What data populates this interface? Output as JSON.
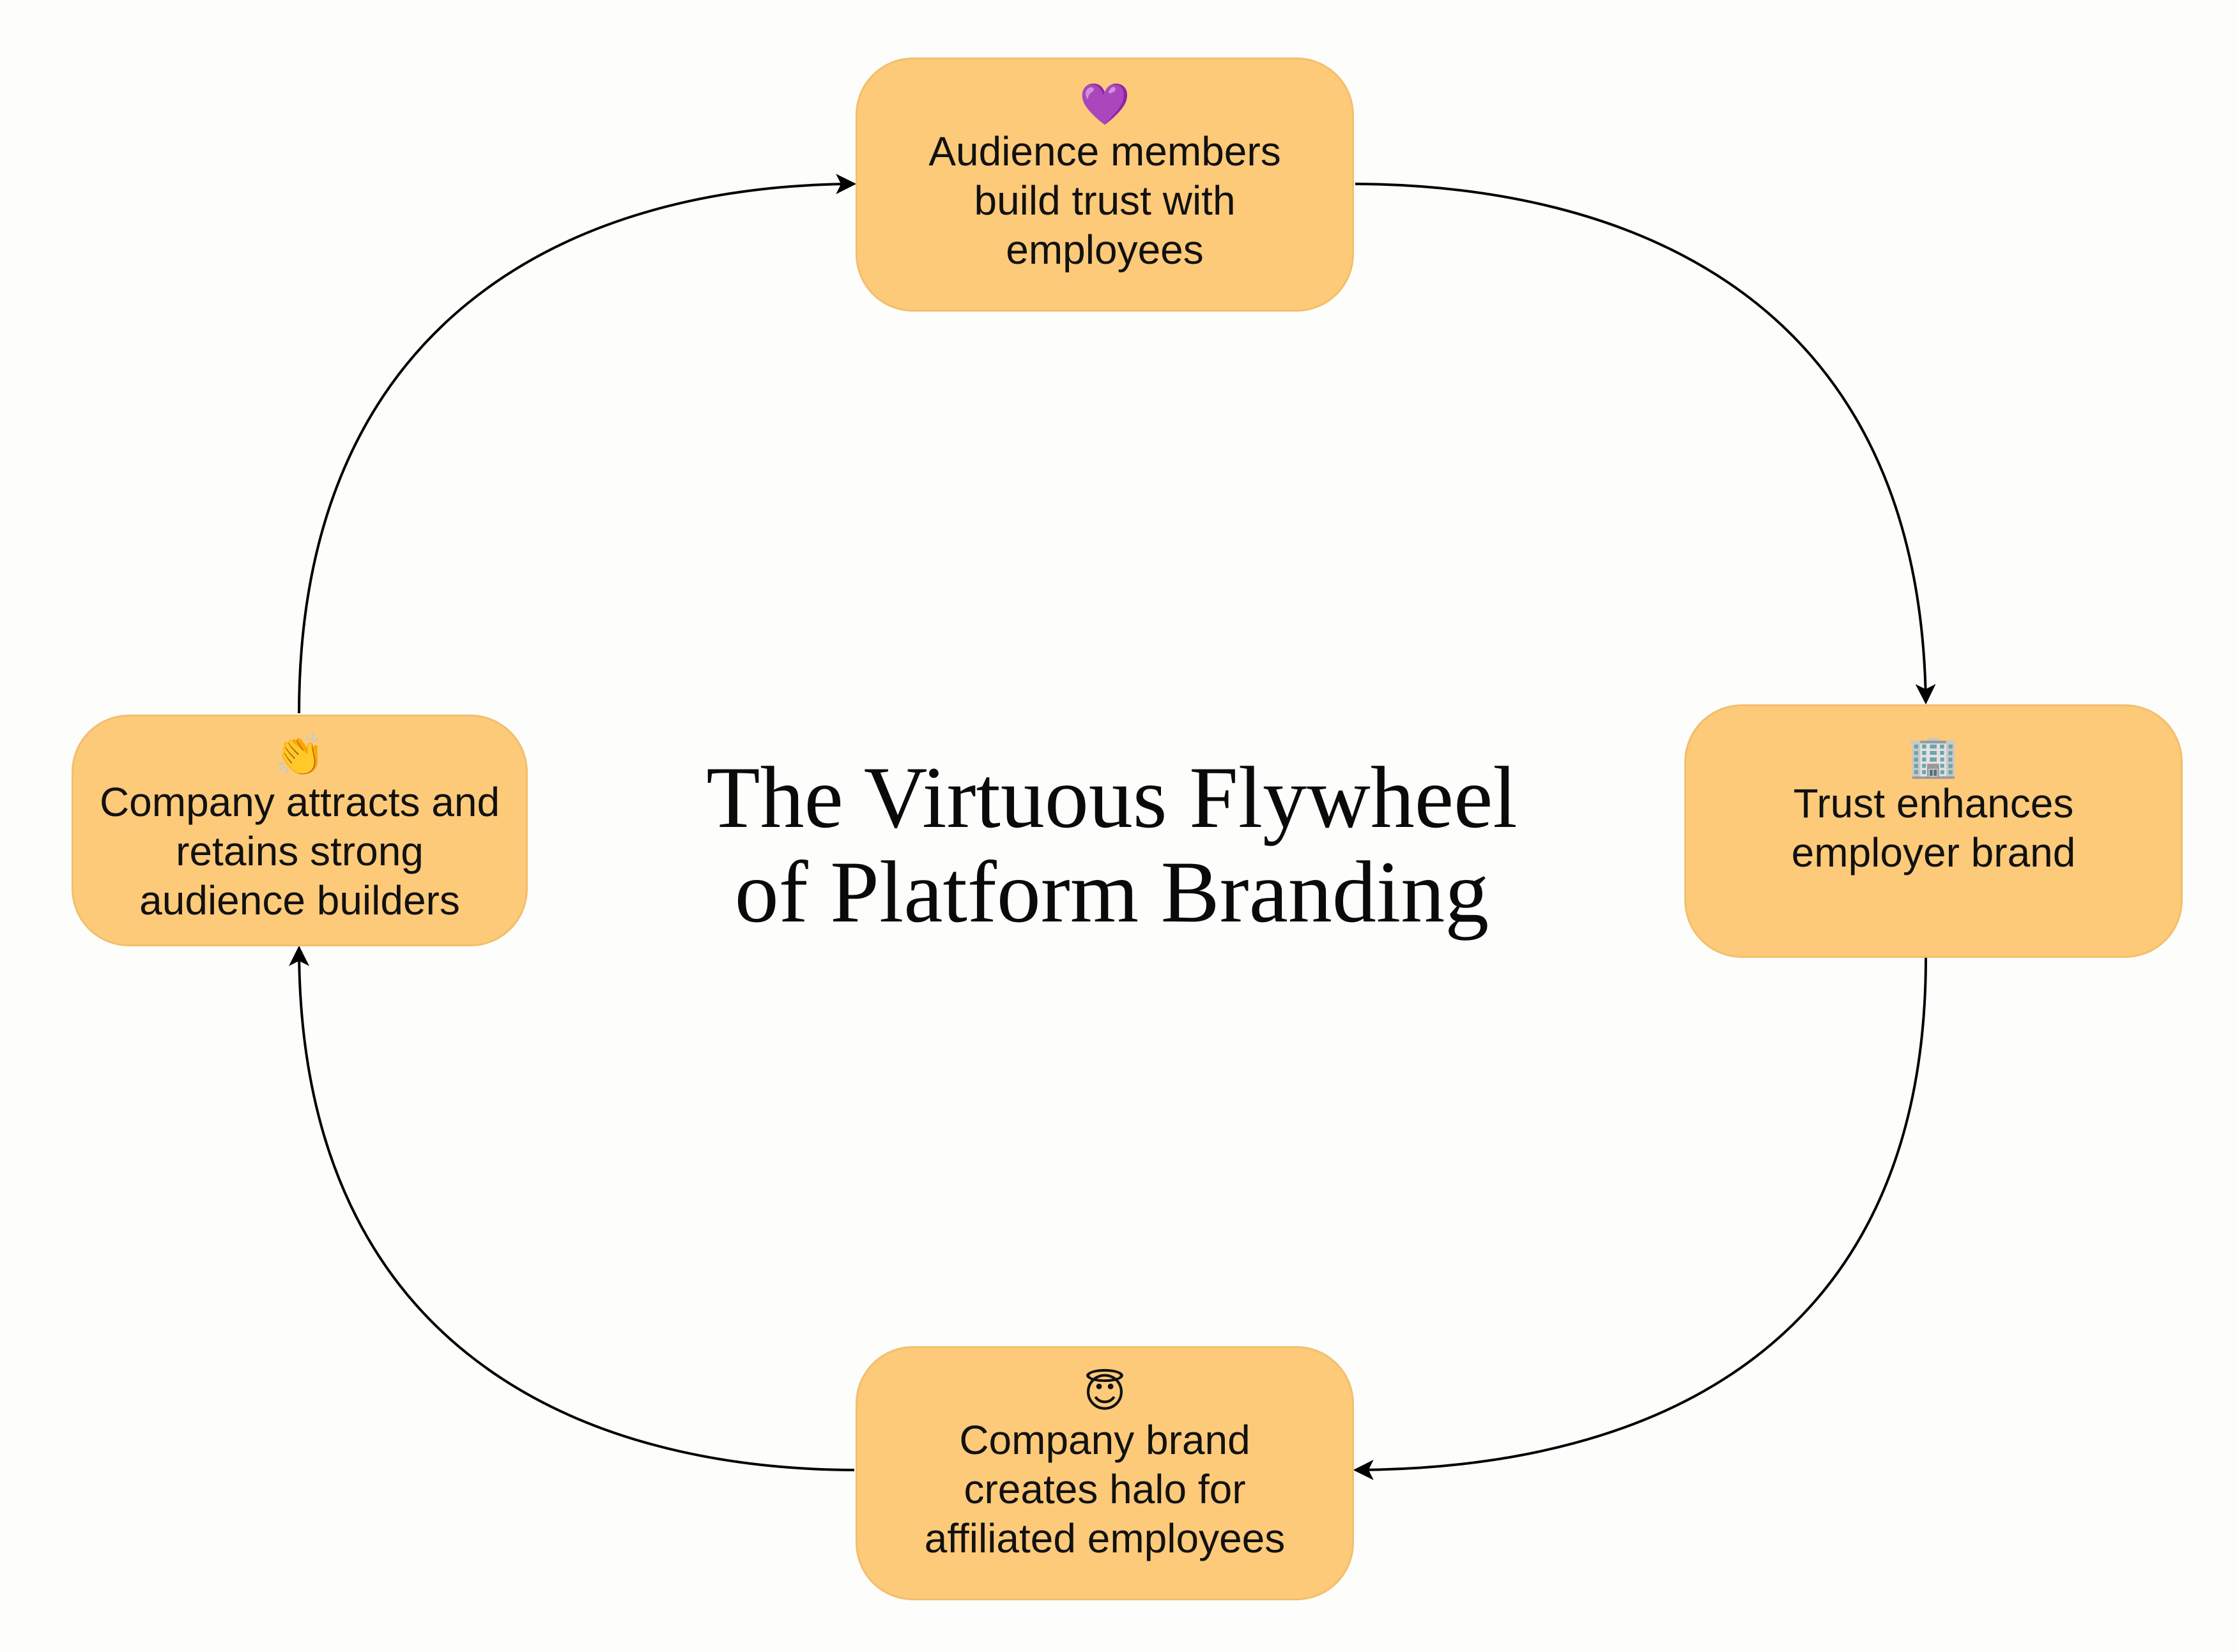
{
  "title": "The Virtuous Flywheel\nof Platform Branding",
  "nodes": {
    "top": {
      "icon": "purple-heart-icon",
      "emoji": "💜",
      "label": "Audience members\nbuild trust with\nemployees"
    },
    "right": {
      "icon": "office-building-icon",
      "emoji": "🏢",
      "label": "Trust enhances\nemployer brand"
    },
    "bottom": {
      "icon": "smiling-face-with-halo-icon",
      "emoji": "😇",
      "label": "Company brand\ncreates halo for\naffiliated employees"
    },
    "left": {
      "icon": "clapping-hands-icon",
      "emoji": "👏",
      "label": "Company attracts and\nretains strong\naudience builders"
    }
  },
  "colors": {
    "node_fill": "#fdca79",
    "node_border": "#f2bf6c",
    "background": "#fdfdfb",
    "connector": "#000000"
  }
}
